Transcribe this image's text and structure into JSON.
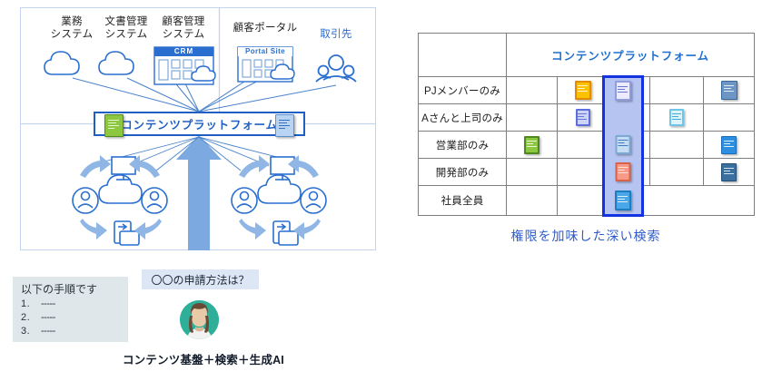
{
  "left_diagram": {
    "sources": [
      {
        "label": "業務\nシステム",
        "icon": "cloud-icon",
        "accent": false
      },
      {
        "label": "文書管理\nシステム",
        "icon": "cloud-icon",
        "accent": false
      },
      {
        "label": "顧客管理\nシステム",
        "icon": "crm-window-icon",
        "accent": false,
        "window_title": "CRM"
      },
      {
        "label": "顧客ポータル",
        "icon": "portal-window-icon",
        "accent": false,
        "window_title": "Portal Site"
      },
      {
        "label": "取引先",
        "icon": "people-group-icon",
        "accent": true
      }
    ],
    "platform_bar": {
      "label": "コンテンツプラットフォーム",
      "left_icon": "green-document-icon",
      "right_icon": "blue-document-icon",
      "border_color": "#1f5fc4",
      "text_color": "#1f5fc4"
    },
    "user_clusters": [
      {
        "icons": [
          "person-icon",
          "cloud-icon",
          "person-icon",
          "monitor-icon",
          "files-icon",
          "arrow-icon"
        ]
      },
      {
        "icons": [
          "person-icon",
          "cloud-icon",
          "person-icon",
          "monitor-icon",
          "files-icon",
          "arrow-icon"
        ]
      }
    ]
  },
  "bottom_left": {
    "answer_box": {
      "title": "以下の手順です",
      "steps": [
        {
          "number": "1.",
          "text": "-----"
        },
        {
          "number": "2.",
          "text": "-----"
        },
        {
          "number": "3.",
          "text": "-----"
        }
      ]
    },
    "question_bubble": "〇〇の申請方法は？",
    "avatar": "user-avatar",
    "caption": "コンテンツ基盤＋検索＋生成AI"
  },
  "permission_table": {
    "header": "コンテンツプラットフォーム",
    "header_blank": "",
    "caption": "権限を加味した深い検索",
    "highlight_color": "#b6c4f2",
    "highlight_border": "#1433e0",
    "rows": [
      {
        "label": "PJメンバーのみ",
        "cells": [
          {
            "icon": null
          },
          {
            "icon": "document-icon",
            "color": "orange"
          },
          {
            "icon": "document-icon",
            "color": "periwinkle",
            "highlighted": true
          },
          {
            "icon": null
          },
          {
            "icon": "document-icon",
            "color": "steel-blue"
          }
        ]
      },
      {
        "label": "Aさんと上司のみ",
        "cells": [
          {
            "icon": null
          },
          {
            "icon": "document-icon",
            "color": "lavender"
          },
          {
            "icon": null,
            "highlighted": true
          },
          {
            "icon": "document-icon",
            "color": "pale-cyan"
          },
          {
            "icon": null
          }
        ]
      },
      {
        "label": "営業部のみ",
        "cells": [
          {
            "icon": "document-icon",
            "color": "green"
          },
          {
            "icon": null
          },
          {
            "icon": "document-icon",
            "color": "light-blue",
            "highlighted": true
          },
          {
            "icon": null
          },
          {
            "icon": "document-icon",
            "color": "bright-blue"
          }
        ]
      },
      {
        "label": "開発部のみ",
        "cells": [
          {
            "icon": null
          },
          {
            "icon": null
          },
          {
            "icon": "document-icon",
            "color": "salmon",
            "highlighted": true
          },
          {
            "icon": null
          },
          {
            "icon": "document-icon",
            "color": "dark-slate-blue"
          }
        ]
      },
      {
        "label": "社員全員",
        "cells": [
          {
            "icon": null
          },
          {
            "icon": null
          },
          {
            "icon": "document-icon",
            "color": "azure",
            "highlighted": true
          },
          {
            "icon": null
          },
          {
            "icon": null
          }
        ]
      }
    ]
  },
  "colors": {
    "orange": "#f5a800",
    "periwinkle": "#eceaff",
    "steel-blue": "#6d96c4",
    "lavender": "#aab4ef",
    "pale-cyan": "#d6f2fb",
    "green": "#7ac943",
    "light-blue": "#c6dcf2",
    "bright-blue": "#2e8fe0",
    "salmon": "#f79a87",
    "dark-slate-blue": "#3b6f9e",
    "azure": "#49a7e8",
    "platform_blue": "#1f5fc4",
    "diagram_line": "#4a82cc"
  }
}
